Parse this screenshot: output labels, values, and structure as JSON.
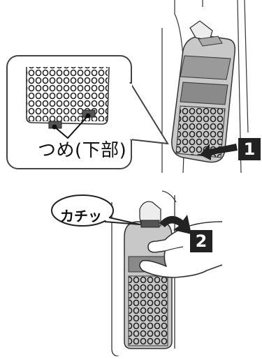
{
  "callout": {
    "label": "つめ(下部)"
  },
  "sound_label": "カチッ",
  "steps": {
    "one": "1",
    "two": "2"
  }
}
